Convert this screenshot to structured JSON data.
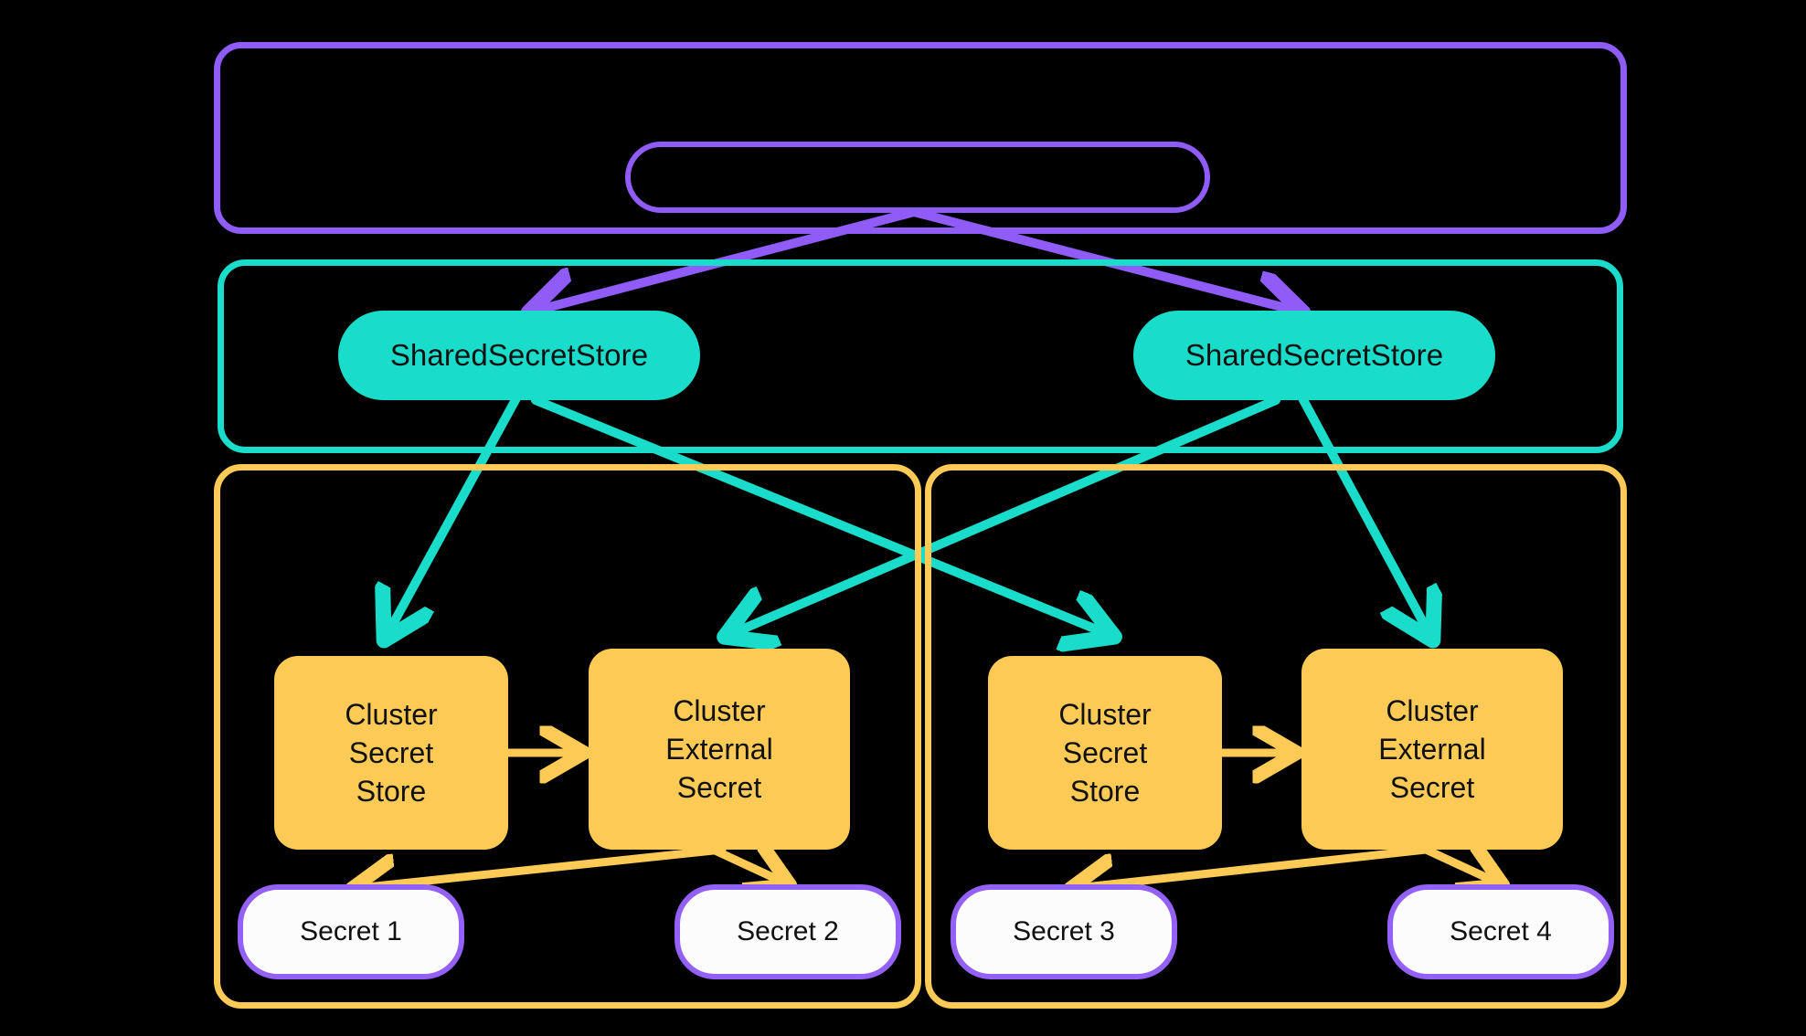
{
  "diagram": {
    "title": "External Secrets Operator shared secret store architecture",
    "background": "#000000",
    "colors": {
      "purple": "#8f5cf7",
      "teal": "#19dccb",
      "orange": "#fcca55",
      "secret_fill": "#fcfcfc",
      "text": "#111111"
    }
  },
  "groups": {
    "top_purple": {
      "label": ""
    },
    "middle_teal": {
      "label": ""
    },
    "cluster_left": {
      "label": ""
    },
    "cluster_right": {
      "label": ""
    }
  },
  "nodes": {
    "controller_pill": {
      "label": ""
    },
    "shared_store_left": {
      "label": "SharedSecretStore"
    },
    "shared_store_right": {
      "label": "SharedSecretStore"
    },
    "cluster_secret_store_left": {
      "lines": [
        "Cluster",
        "Secret",
        "Store"
      ]
    },
    "cluster_external_secret_left": {
      "lines": [
        "Cluster",
        "External",
        "Secret"
      ]
    },
    "cluster_secret_store_right": {
      "lines": [
        "Cluster",
        "Secret",
        "Store"
      ]
    },
    "cluster_external_secret_right": {
      "lines": [
        "Cluster",
        "External",
        "Secret"
      ]
    },
    "secret_1": {
      "label": "Secret 1"
    },
    "secret_2": {
      "label": "Secret 2"
    },
    "secret_3": {
      "label": "Secret 3"
    },
    "secret_4": {
      "label": "Secret 4"
    }
  },
  "edges": [
    {
      "name": "controller-to-shared-store-left",
      "color": "#8f5cf7",
      "from": "controller_pill",
      "to": "shared_store_left"
    },
    {
      "name": "controller-to-shared-store-right",
      "color": "#8f5cf7",
      "from": "controller_pill",
      "to": "shared_store_right"
    },
    {
      "name": "shared-left-to-cluster-secret-store-left",
      "color": "#19dccb",
      "from": "shared_store_left",
      "to": "cluster_secret_store_left"
    },
    {
      "name": "shared-left-to-cluster-secret-store-right",
      "color": "#19dccb",
      "from": "shared_store_left",
      "to": "cluster_secret_store_right"
    },
    {
      "name": "shared-right-to-cluster-external-secret-left",
      "color": "#19dccb",
      "from": "shared_store_right",
      "to": "cluster_external_secret_left"
    },
    {
      "name": "shared-right-to-cluster-external-secret-right",
      "color": "#19dccb",
      "from": "shared_store_right",
      "to": "cluster_external_secret_right"
    },
    {
      "name": "css-to-ces-left",
      "color": "#fcca55",
      "from": "cluster_secret_store_left",
      "to": "cluster_external_secret_left"
    },
    {
      "name": "css-to-ces-right",
      "color": "#fcca55",
      "from": "cluster_secret_store_right",
      "to": "cluster_external_secret_right"
    },
    {
      "name": "ces-left-to-secret-1",
      "color": "#fcca55",
      "from": "cluster_external_secret_left",
      "to": "secret_1"
    },
    {
      "name": "ces-left-to-secret-2",
      "color": "#fcca55",
      "from": "cluster_external_secret_left",
      "to": "secret_2"
    },
    {
      "name": "ces-right-to-secret-3",
      "color": "#fcca55",
      "from": "cluster_external_secret_right",
      "to": "secret_3"
    },
    {
      "name": "ces-right-to-secret-4",
      "color": "#fcca55",
      "from": "cluster_external_secret_right",
      "to": "secret_4"
    }
  ]
}
